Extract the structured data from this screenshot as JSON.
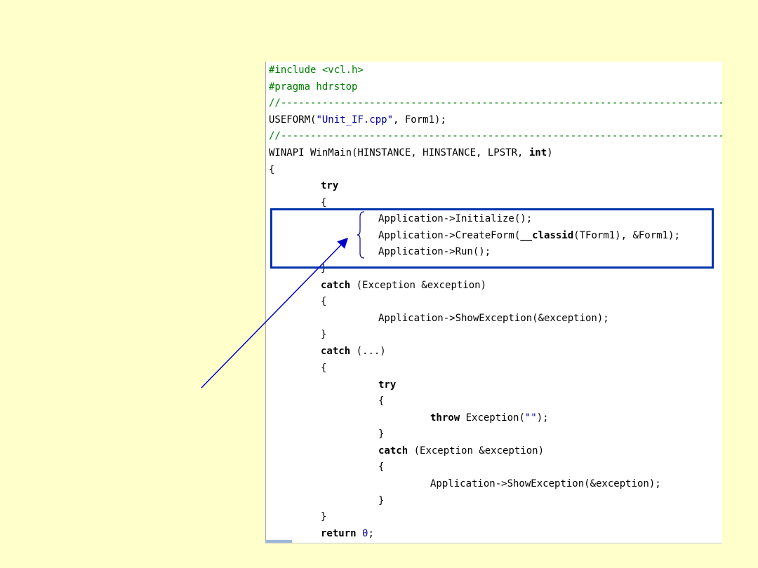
{
  "code": {
    "include_directive": "#include",
    "include_target": " <vcl.h>",
    "pragma": "#pragma hdrstop",
    "separator1": "//------------------------------------------------------------------------------",
    "useform_prefix": "USEFORM(",
    "useform_string": "\"Unit_IF.cpp\"",
    "useform_suffix": ", Form1);",
    "separator2": "//------------------------------------------------------------------------------",
    "winmain_prefix": "WINAPI WinMain(HINSTANCE, HINSTANCE, LPSTR, ",
    "winmain_int": "int",
    "winmain_suffix": ")",
    "open_brace_outer": "{",
    "try_kw": "try",
    "try_open": "{",
    "init_call": "Application->Initialize();",
    "createform_prefix": "Application->CreateForm(",
    "createform_classid": "__classid",
    "createform_suffix": "(TForm1), &Form1);",
    "run_call": "Application->Run();",
    "try_close": "}",
    "catch1_kw": "catch",
    "catch1_args": " (Exception &exception)",
    "catch1_open": "{",
    "show_exception1": "Application->ShowException(&exception);",
    "catch1_close": "}",
    "catch2_kw": "catch",
    "catch2_args": " (...)",
    "catch2_open": "{",
    "inner_try_kw": "try",
    "inner_try_open": "{",
    "throw_kw": "throw",
    "throw_call_prefix": " Exception(",
    "throw_string": "\"\"",
    "throw_call_suffix": ");",
    "inner_try_close": "}",
    "inner_catch_kw": "catch",
    "inner_catch_args": " (Exception &exception)",
    "inner_catch_open": "{",
    "show_exception2": "Application->ShowException(&exception);",
    "inner_catch_close": "}",
    "catch2_close": "}",
    "return_kw": "return",
    "return_value": "0",
    "return_semicolon": ";"
  },
  "colors": {
    "background": "#FFFFCC",
    "highlight_box": "#0033AA",
    "arrow": "#0000CC",
    "comment": "#008000",
    "string": "#000099"
  }
}
